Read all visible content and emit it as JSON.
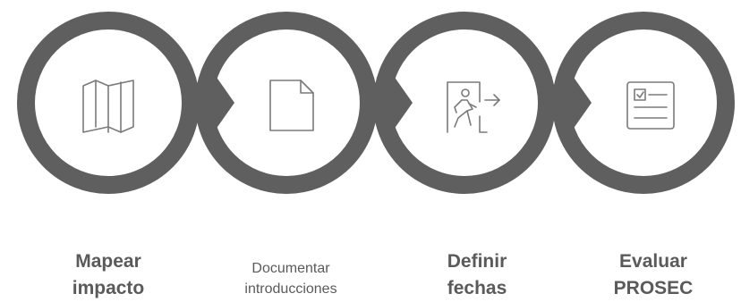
{
  "colors": {
    "ring": "#5f5f5f",
    "icon": "#7a7a7a",
    "text": "#5a5a5a",
    "background": "#ffffff"
  },
  "steps": [
    {
      "icon": "map-icon",
      "label_lines": [
        "Mapear",
        "impacto"
      ],
      "weight": "bold"
    },
    {
      "icon": "document-icon",
      "label_lines": [
        "Documentar",
        "introducciones"
      ],
      "weight": "regular"
    },
    {
      "icon": "exit-person-icon",
      "label_lines": [
        "Definir",
        "fechas"
      ],
      "weight": "bold"
    },
    {
      "icon": "checklist-icon",
      "label_lines": [
        "Evaluar",
        "PROSEC"
      ],
      "weight": "bold"
    }
  ]
}
